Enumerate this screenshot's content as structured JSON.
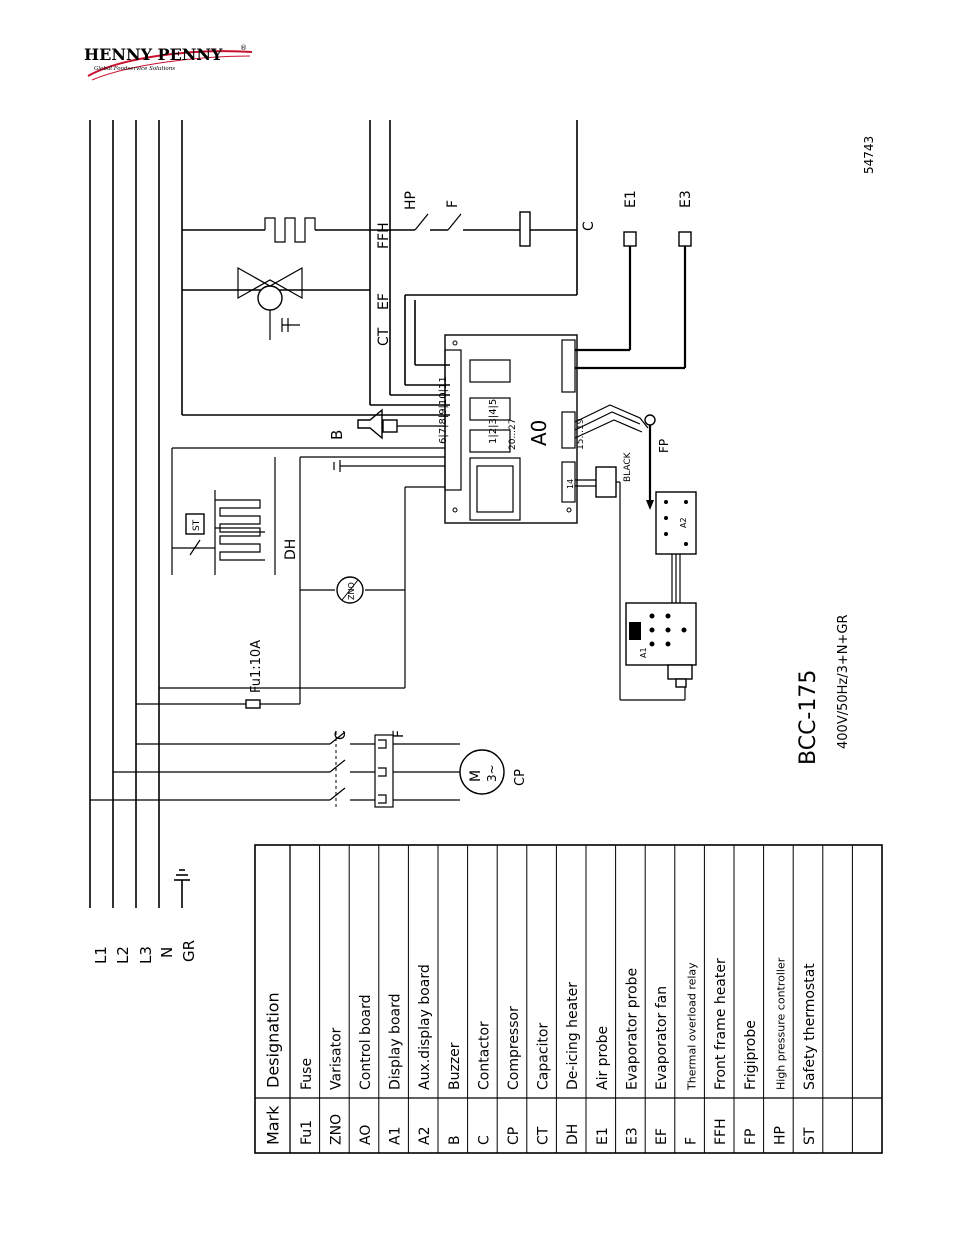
{
  "logo": {
    "brand": "HENNY PENNY",
    "registered": "®",
    "tagline": "Global Foodservice Solutions"
  },
  "doc_number": "54743",
  "model": {
    "name": "BCC-175",
    "supply": "400V/50Hz/3+N+GR"
  },
  "lines": {
    "l1": "L1",
    "l2": "L2",
    "l3": "L3",
    "n": "N",
    "gr": "GR"
  },
  "labels": {
    "fuse_rating": "Fu1:10A",
    "contactor": "C",
    "overload": "F",
    "motor_m": "M",
    "motor_phase": "3~",
    "compressor": "CP",
    "varistor": "ZNO",
    "safety_thermostat": "ST",
    "deicing_heater": "DH",
    "buzzer": "B",
    "control_board": "A0",
    "terminals_a": "1|2|3|4|5",
    "terminals_b": "6|7|8|9|10|11",
    "term_15_19": "15...19",
    "term_20_27": "20...27",
    "term_14": "14",
    "black": "BLACK",
    "frigiprobe": "FP",
    "display_board": "A1",
    "aux_display_board": "A2",
    "capacitor": "CT",
    "evap_fan": "EF",
    "front_frame_heater": "FFH",
    "hp_controller": "HP",
    "contactor_coil": "C",
    "air_probe": "E1",
    "evap_probe": "E3"
  },
  "legend": {
    "headers": {
      "mark": "Mark",
      "designation": "Designation"
    },
    "rows": [
      {
        "mark": "Fu1",
        "designation": "Fuse"
      },
      {
        "mark": "ZNO",
        "designation": "Varisator"
      },
      {
        "mark": "AO",
        "designation": "Control board"
      },
      {
        "mark": "A1",
        "designation": "Display board"
      },
      {
        "mark": "A2",
        "designation": "Aux.display board"
      },
      {
        "mark": "B",
        "designation": "Buzzer"
      },
      {
        "mark": "C",
        "designation": "Contactor"
      },
      {
        "mark": "CP",
        "designation": "Compressor"
      },
      {
        "mark": "CT",
        "designation": "Capacitor"
      },
      {
        "mark": "DH",
        "designation": "De-icing heater"
      },
      {
        "mark": "E1",
        "designation": "Air probe"
      },
      {
        "mark": "E3",
        "designation": "Evaporator probe"
      },
      {
        "mark": "EF",
        "designation": "Evaporator fan"
      },
      {
        "mark": "F",
        "designation": "Thermal overload relay"
      },
      {
        "mark": "FFH",
        "designation": "Front frame heater"
      },
      {
        "mark": "FP",
        "designation": "Frigiprobe"
      },
      {
        "mark": "HP",
        "designation": "High pressure controller"
      },
      {
        "mark": "ST",
        "designation": "Safety thermostat"
      },
      {
        "mark": "",
        "designation": ""
      },
      {
        "mark": "",
        "designation": ""
      }
    ]
  }
}
